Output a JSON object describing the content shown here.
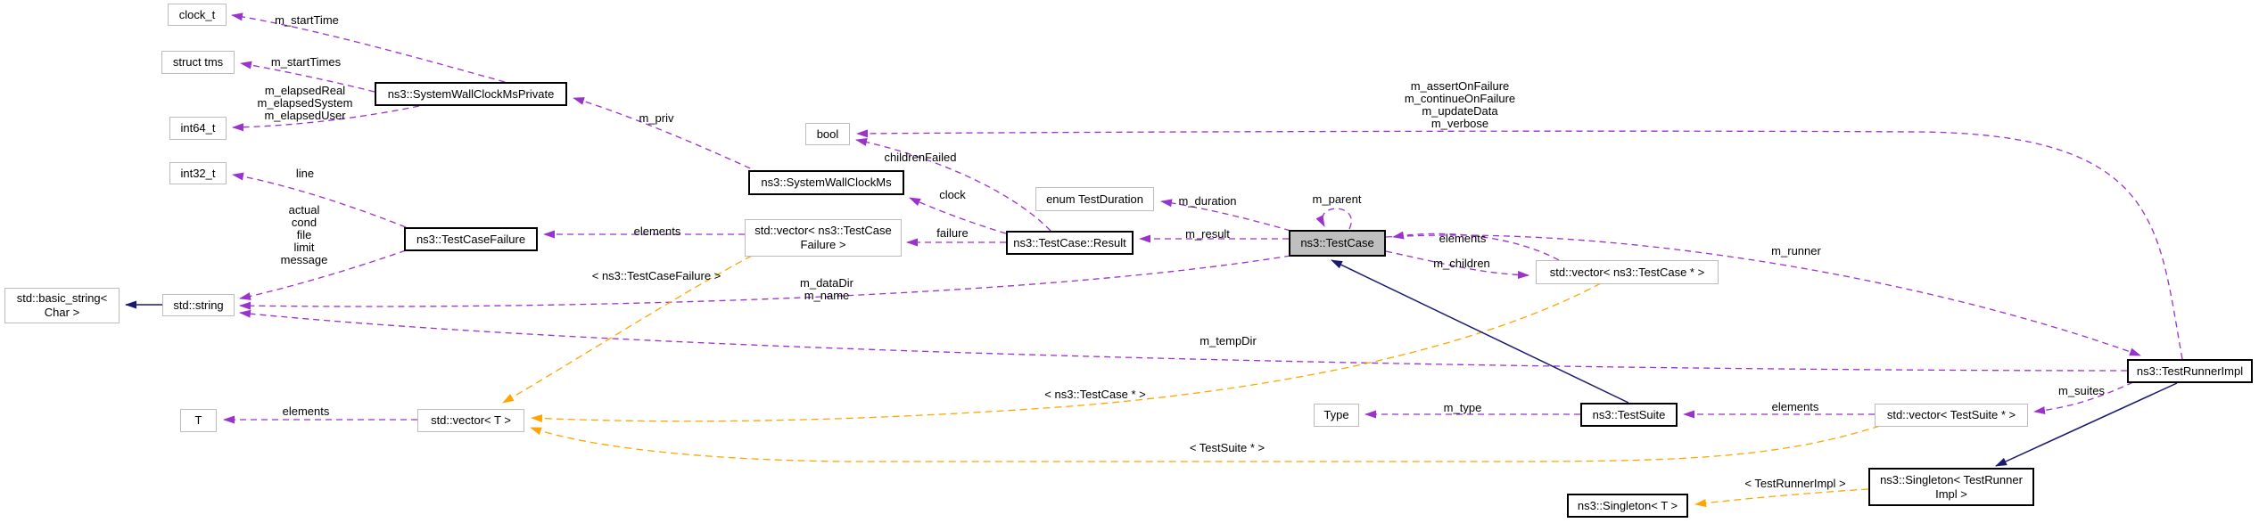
{
  "diagram": {
    "kind": "doxygen-collaboration-graph",
    "focus_node": "ns3::TestCase"
  },
  "colors": {
    "member_edge": "#9a32cd",
    "template_edge": "#ffa500",
    "inheritance_edge": "#191970",
    "focus_fill": "#bfbfbf",
    "plain_border": "#bcbcbc",
    "doc_border": "#000000",
    "label_color": "#000000",
    "bg": "#ffffff"
  },
  "nodes": {
    "clock_t": "clock_t",
    "struct_tms": "struct tms",
    "int64_t": "int64_t",
    "int32_t": "int32_t",
    "system_wall_clock_ms_private": "ns3::SystemWallClockMsPrivate",
    "system_wall_clock_ms": "ns3::SystemWallClockMs",
    "bool": "bool",
    "enum_test_duration": "enum TestDuration",
    "test_case_failure": "ns3::TestCaseFailure",
    "vector_test_case_failure": "std::vector< ns3::TestCase\nFailure >",
    "test_case_result": "ns3::TestCase::Result",
    "test_case": "ns3::TestCase",
    "vector_test_case_ptr": "std::vector< ns3::TestCase * >",
    "basic_string_char": "std::basic_string<\nChar >",
    "std_string": "std::string",
    "t": "T",
    "vector_t": "std::vector< T >",
    "type": "Type",
    "test_suite": "ns3::TestSuite",
    "vector_test_suite_ptr": "std::vector< TestSuite * >",
    "test_runner_impl": "ns3::TestRunnerImpl",
    "singleton_test_runner_impl": "ns3::Singleton< TestRunner\nImpl >",
    "singleton_t": "ns3::Singleton< T >"
  },
  "edge_labels": {
    "m_startTime": "m_startTime",
    "m_startTimes": "m_startTimes",
    "elapsed_members": "m_elapsedReal\nm_elapsedSystem\nm_elapsedUser",
    "m_priv": "m_priv",
    "runner_bool_members": "m_assertOnFailure\nm_continueOnFailure\nm_updateData\nm_verbose",
    "childrenFailed": "childrenFailed",
    "clock": "clock",
    "m_duration": "m_duration",
    "m_parent": "m_parent",
    "failure": "failure",
    "m_result": "m_result",
    "elements_failure_vector": "elements",
    "elements_test_case_vector": "elements",
    "m_children": "m_children",
    "m_runner": "m_runner",
    "line": "line",
    "failure_string_members": "actual\ncond\nfile\nlimit\nmessage",
    "test_case_string_members": "m_dataDir\nm_name",
    "m_tempDir": "m_tempDir",
    "elements_vector_t": "elements",
    "m_type": "m_type",
    "elements_suite_vector": "elements",
    "m_suites": "m_suites",
    "tpl_test_case_failure": "< ns3::TestCaseFailure >",
    "tpl_test_case_ptr": "< ns3::TestCase * >",
    "tpl_test_suite_ptr": "< TestSuite * >",
    "tpl_test_runner_impl": "< TestRunnerImpl >"
  }
}
